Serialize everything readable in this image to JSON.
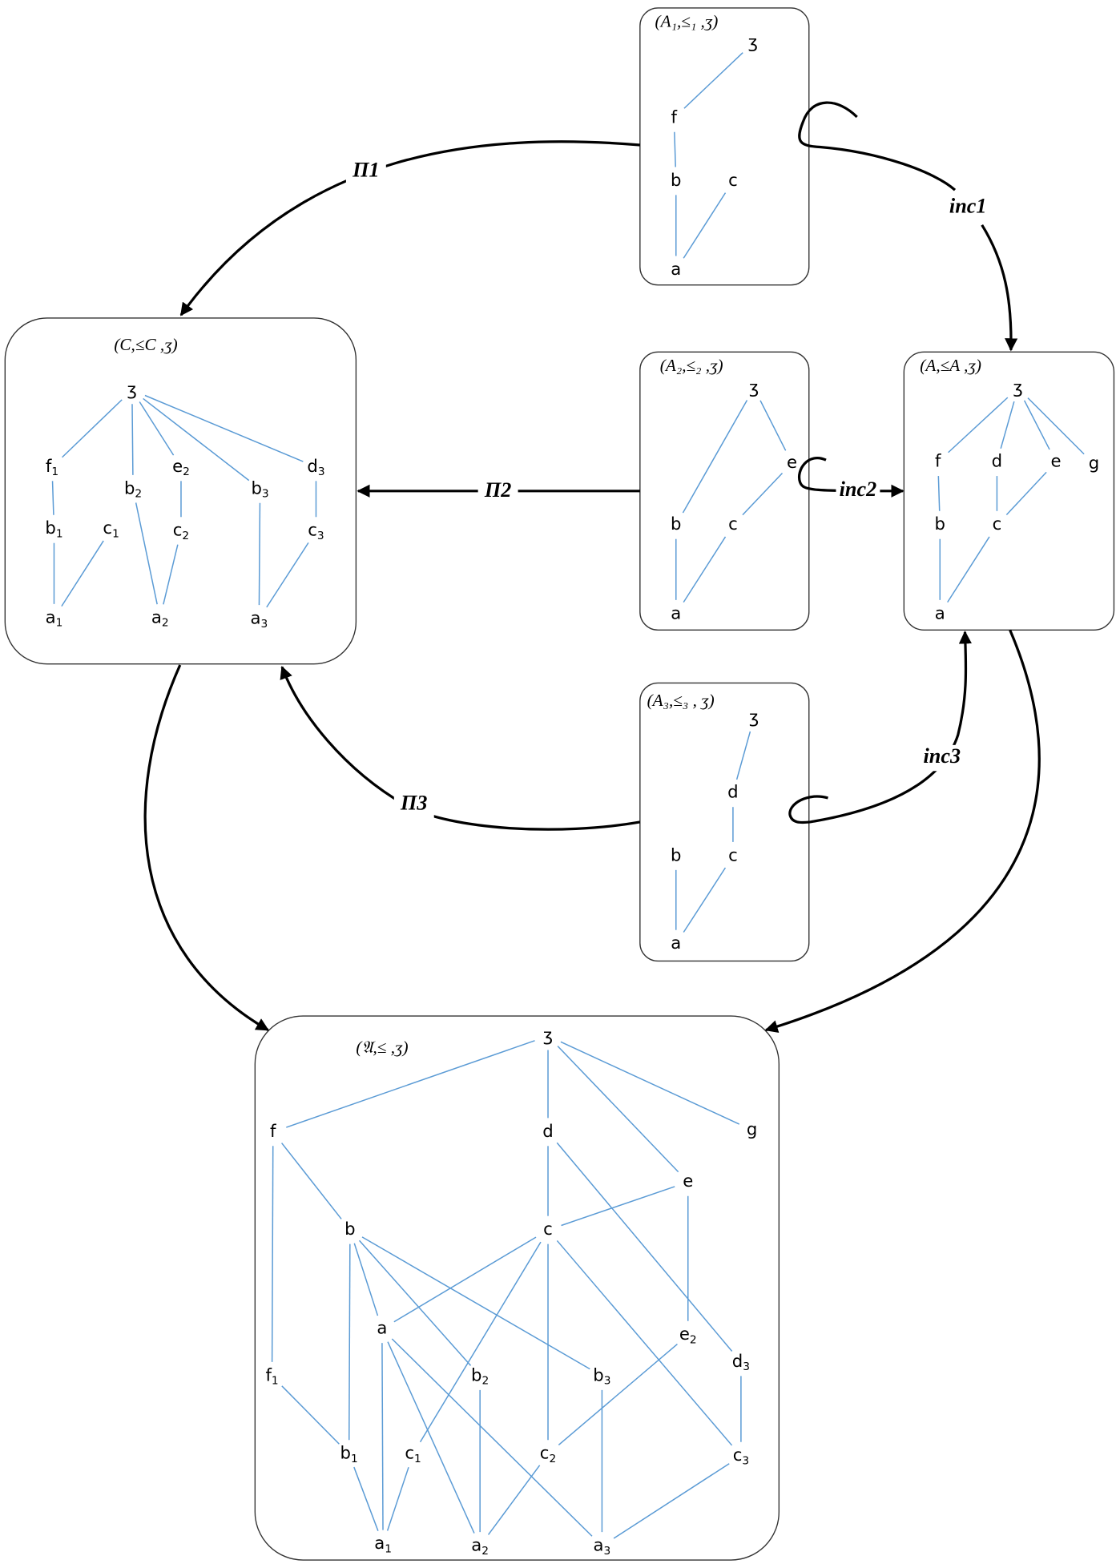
{
  "colors": {
    "edge": "#5b9bd5",
    "arrow": "#000000",
    "box_border": "#333333"
  },
  "posets": [
    {
      "id": "A1",
      "title": "(A₁,≤₁ ,ʒ)",
      "nodes": [
        {
          "id": "z",
          "label": "ʒ"
        },
        {
          "id": "f",
          "label": "f"
        },
        {
          "id": "b",
          "label": "b"
        },
        {
          "id": "c",
          "label": "c"
        },
        {
          "id": "a",
          "label": "a"
        }
      ],
      "edges": [
        [
          "z",
          "f"
        ],
        [
          "f",
          "b"
        ],
        [
          "b",
          "a"
        ],
        [
          "c",
          "a"
        ]
      ]
    },
    {
      "id": "A2",
      "title": "(A₂,≤₂ ,ʒ)",
      "nodes": [
        {
          "id": "z",
          "label": "ʒ"
        },
        {
          "id": "e",
          "label": "e"
        },
        {
          "id": "b",
          "label": "b"
        },
        {
          "id": "c",
          "label": "c"
        },
        {
          "id": "a",
          "label": "a"
        }
      ],
      "edges": [
        [
          "z",
          "b"
        ],
        [
          "z",
          "e"
        ],
        [
          "e",
          "c"
        ],
        [
          "b",
          "a"
        ],
        [
          "c",
          "a"
        ]
      ]
    },
    {
      "id": "A3",
      "title": "(A₃,≤₃ , ʒ)",
      "nodes": [
        {
          "id": "z",
          "label": "ʒ"
        },
        {
          "id": "d",
          "label": "d"
        },
        {
          "id": "b",
          "label": "b"
        },
        {
          "id": "c",
          "label": "c"
        },
        {
          "id": "a",
          "label": "a"
        }
      ],
      "edges": [
        [
          "z",
          "d"
        ],
        [
          "d",
          "c"
        ],
        [
          "b",
          "a"
        ],
        [
          "c",
          "a"
        ]
      ]
    },
    {
      "id": "A",
      "title": "(A,≤A ,ʒ)",
      "nodes": [
        {
          "id": "z",
          "label": "ʒ"
        },
        {
          "id": "f",
          "label": "f"
        },
        {
          "id": "d",
          "label": "d"
        },
        {
          "id": "e",
          "label": "e"
        },
        {
          "id": "g",
          "label": "g"
        },
        {
          "id": "b",
          "label": "b"
        },
        {
          "id": "c",
          "label": "c"
        },
        {
          "id": "a",
          "label": "a"
        }
      ],
      "edges": [
        [
          "z",
          "f"
        ],
        [
          "z",
          "d"
        ],
        [
          "z",
          "e"
        ],
        [
          "z",
          "g"
        ],
        [
          "f",
          "b"
        ],
        [
          "d",
          "c"
        ],
        [
          "e",
          "c"
        ],
        [
          "b",
          "a"
        ],
        [
          "c",
          "a"
        ]
      ]
    },
    {
      "id": "C",
      "title": "(C,≤C ,ʒ)",
      "nodes": [
        {
          "id": "z",
          "label": "ʒ"
        },
        {
          "id": "f1",
          "label": "f",
          "sub": "1"
        },
        {
          "id": "b2",
          "label": "b",
          "sub": "2"
        },
        {
          "id": "e2",
          "label": "e",
          "sub": "2"
        },
        {
          "id": "b3",
          "label": "b",
          "sub": "3"
        },
        {
          "id": "d3",
          "label": "d",
          "sub": "3"
        },
        {
          "id": "b1",
          "label": "b",
          "sub": "1"
        },
        {
          "id": "c1",
          "label": "c",
          "sub": "1"
        },
        {
          "id": "c2",
          "label": "c",
          "sub": "2"
        },
        {
          "id": "c3",
          "label": "c",
          "sub": "3"
        },
        {
          "id": "a1",
          "label": "a",
          "sub": "1"
        },
        {
          "id": "a2",
          "label": "a",
          "sub": "2"
        },
        {
          "id": "a3",
          "label": "a",
          "sub": "3"
        }
      ],
      "edges": [
        [
          "z",
          "f1"
        ],
        [
          "z",
          "b2"
        ],
        [
          "z",
          "e2"
        ],
        [
          "z",
          "b3"
        ],
        [
          "z",
          "d3"
        ],
        [
          "f1",
          "b1"
        ],
        [
          "e2",
          "c2"
        ],
        [
          "d3",
          "c3"
        ],
        [
          "b1",
          "a1"
        ],
        [
          "c1",
          "a1"
        ],
        [
          "b2",
          "a2"
        ],
        [
          "c2",
          "a2"
        ],
        [
          "b3",
          "a3"
        ],
        [
          "c3",
          "a3"
        ]
      ]
    },
    {
      "id": "U",
      "title": "(𝔄,≤ ,ʒ)",
      "nodes": [
        {
          "id": "z",
          "label": "ʒ"
        },
        {
          "id": "f",
          "label": "f"
        },
        {
          "id": "d",
          "label": "d"
        },
        {
          "id": "g",
          "label": "g"
        },
        {
          "id": "e",
          "label": "e"
        },
        {
          "id": "b",
          "label": "b"
        },
        {
          "id": "c",
          "label": "c"
        },
        {
          "id": "a",
          "label": "a"
        },
        {
          "id": "e2",
          "label": "e",
          "sub": "2"
        },
        {
          "id": "d3",
          "label": "d",
          "sub": "3"
        },
        {
          "id": "f1",
          "label": "f",
          "sub": "1"
        },
        {
          "id": "b2",
          "label": "b",
          "sub": "2"
        },
        {
          "id": "b3",
          "label": "b",
          "sub": "3"
        },
        {
          "id": "b1",
          "label": "b",
          "sub": "1"
        },
        {
          "id": "c1",
          "label": "c",
          "sub": "1"
        },
        {
          "id": "c2",
          "label": "c",
          "sub": "2"
        },
        {
          "id": "c3",
          "label": "c",
          "sub": "3"
        },
        {
          "id": "a1",
          "label": "a",
          "sub": "1"
        },
        {
          "id": "a2",
          "label": "a",
          "sub": "2"
        },
        {
          "id": "a3",
          "label": "a",
          "sub": "3"
        }
      ],
      "edges": [
        [
          "z",
          "f"
        ],
        [
          "z",
          "d"
        ],
        [
          "z",
          "e"
        ],
        [
          "z",
          "g"
        ],
        [
          "f",
          "f1"
        ],
        [
          "f",
          "b"
        ],
        [
          "d",
          "c"
        ],
        [
          "d",
          "d3"
        ],
        [
          "e",
          "c"
        ],
        [
          "e",
          "e2"
        ],
        [
          "b",
          "b1"
        ],
        [
          "b",
          "a"
        ],
        [
          "b",
          "b2"
        ],
        [
          "b",
          "b3"
        ],
        [
          "c",
          "a"
        ],
        [
          "c",
          "c1"
        ],
        [
          "c",
          "c2"
        ],
        [
          "c",
          "c3"
        ],
        [
          "a",
          "a1"
        ],
        [
          "a",
          "a2"
        ],
        [
          "a",
          "a3"
        ],
        [
          "f1",
          "b1"
        ],
        [
          "b1",
          "a1"
        ],
        [
          "c1",
          "a1"
        ],
        [
          "b2",
          "a2"
        ],
        [
          "b3",
          "a3"
        ],
        [
          "e2",
          "c2"
        ],
        [
          "c2",
          "a2"
        ],
        [
          "d3",
          "c3"
        ],
        [
          "c3",
          "a3"
        ]
      ]
    }
  ],
  "morphisms": {
    "pi1": "П1",
    "pi2": "П2",
    "pi3": "П3",
    "inc1": "inc1",
    "inc2": "inc2",
    "inc3": "inc3"
  }
}
